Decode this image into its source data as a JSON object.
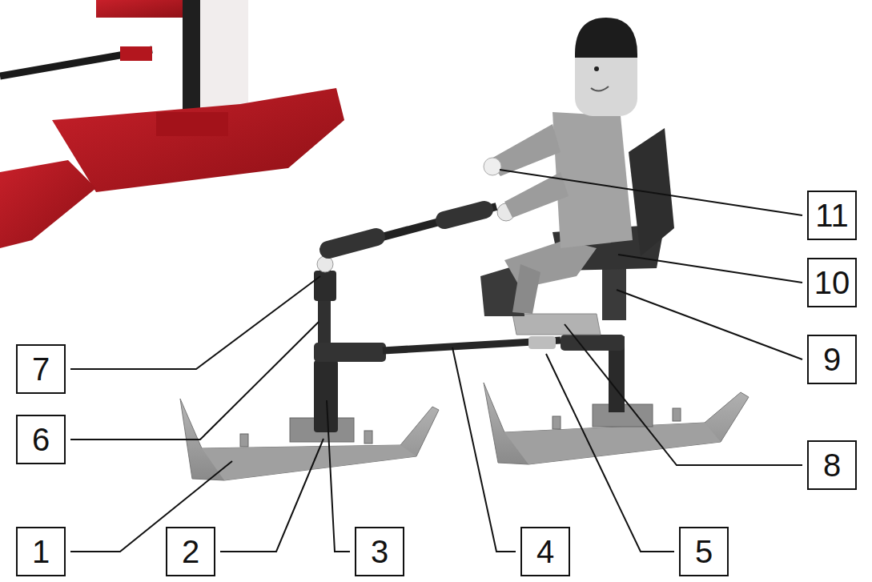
{
  "diagram": {
    "labels": [
      "11",
      "10",
      "9",
      "7",
      "6",
      "8",
      "1",
      "2",
      "3",
      "4",
      "5"
    ]
  }
}
